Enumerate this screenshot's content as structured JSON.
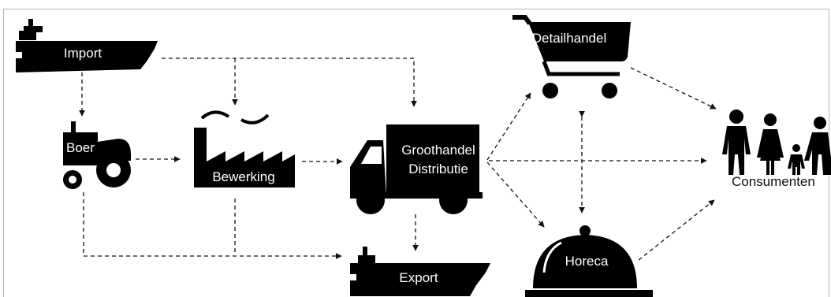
{
  "nodes": {
    "import": "Import",
    "boer": "Boer",
    "bewerking": "Bewerking",
    "groothandel_line1": "Groothandel",
    "groothandel_line2": "Distributie",
    "export": "Export",
    "detailhandel": "Detailhandel",
    "horeca": "Horeca",
    "consumenten": "Consumenten"
  },
  "icons": {
    "import": "ship-icon",
    "boer": "tractor-icon",
    "bewerking": "factory-icon",
    "groothandel": "truck-icon",
    "export": "ship-icon",
    "detailhandel": "shopping-cart-icon",
    "horeca": "cloche-icon",
    "consumenten": "family-icon"
  },
  "colors": {
    "icon": "#000000",
    "arrow": "#111111",
    "frame": "#b7b7b7"
  }
}
